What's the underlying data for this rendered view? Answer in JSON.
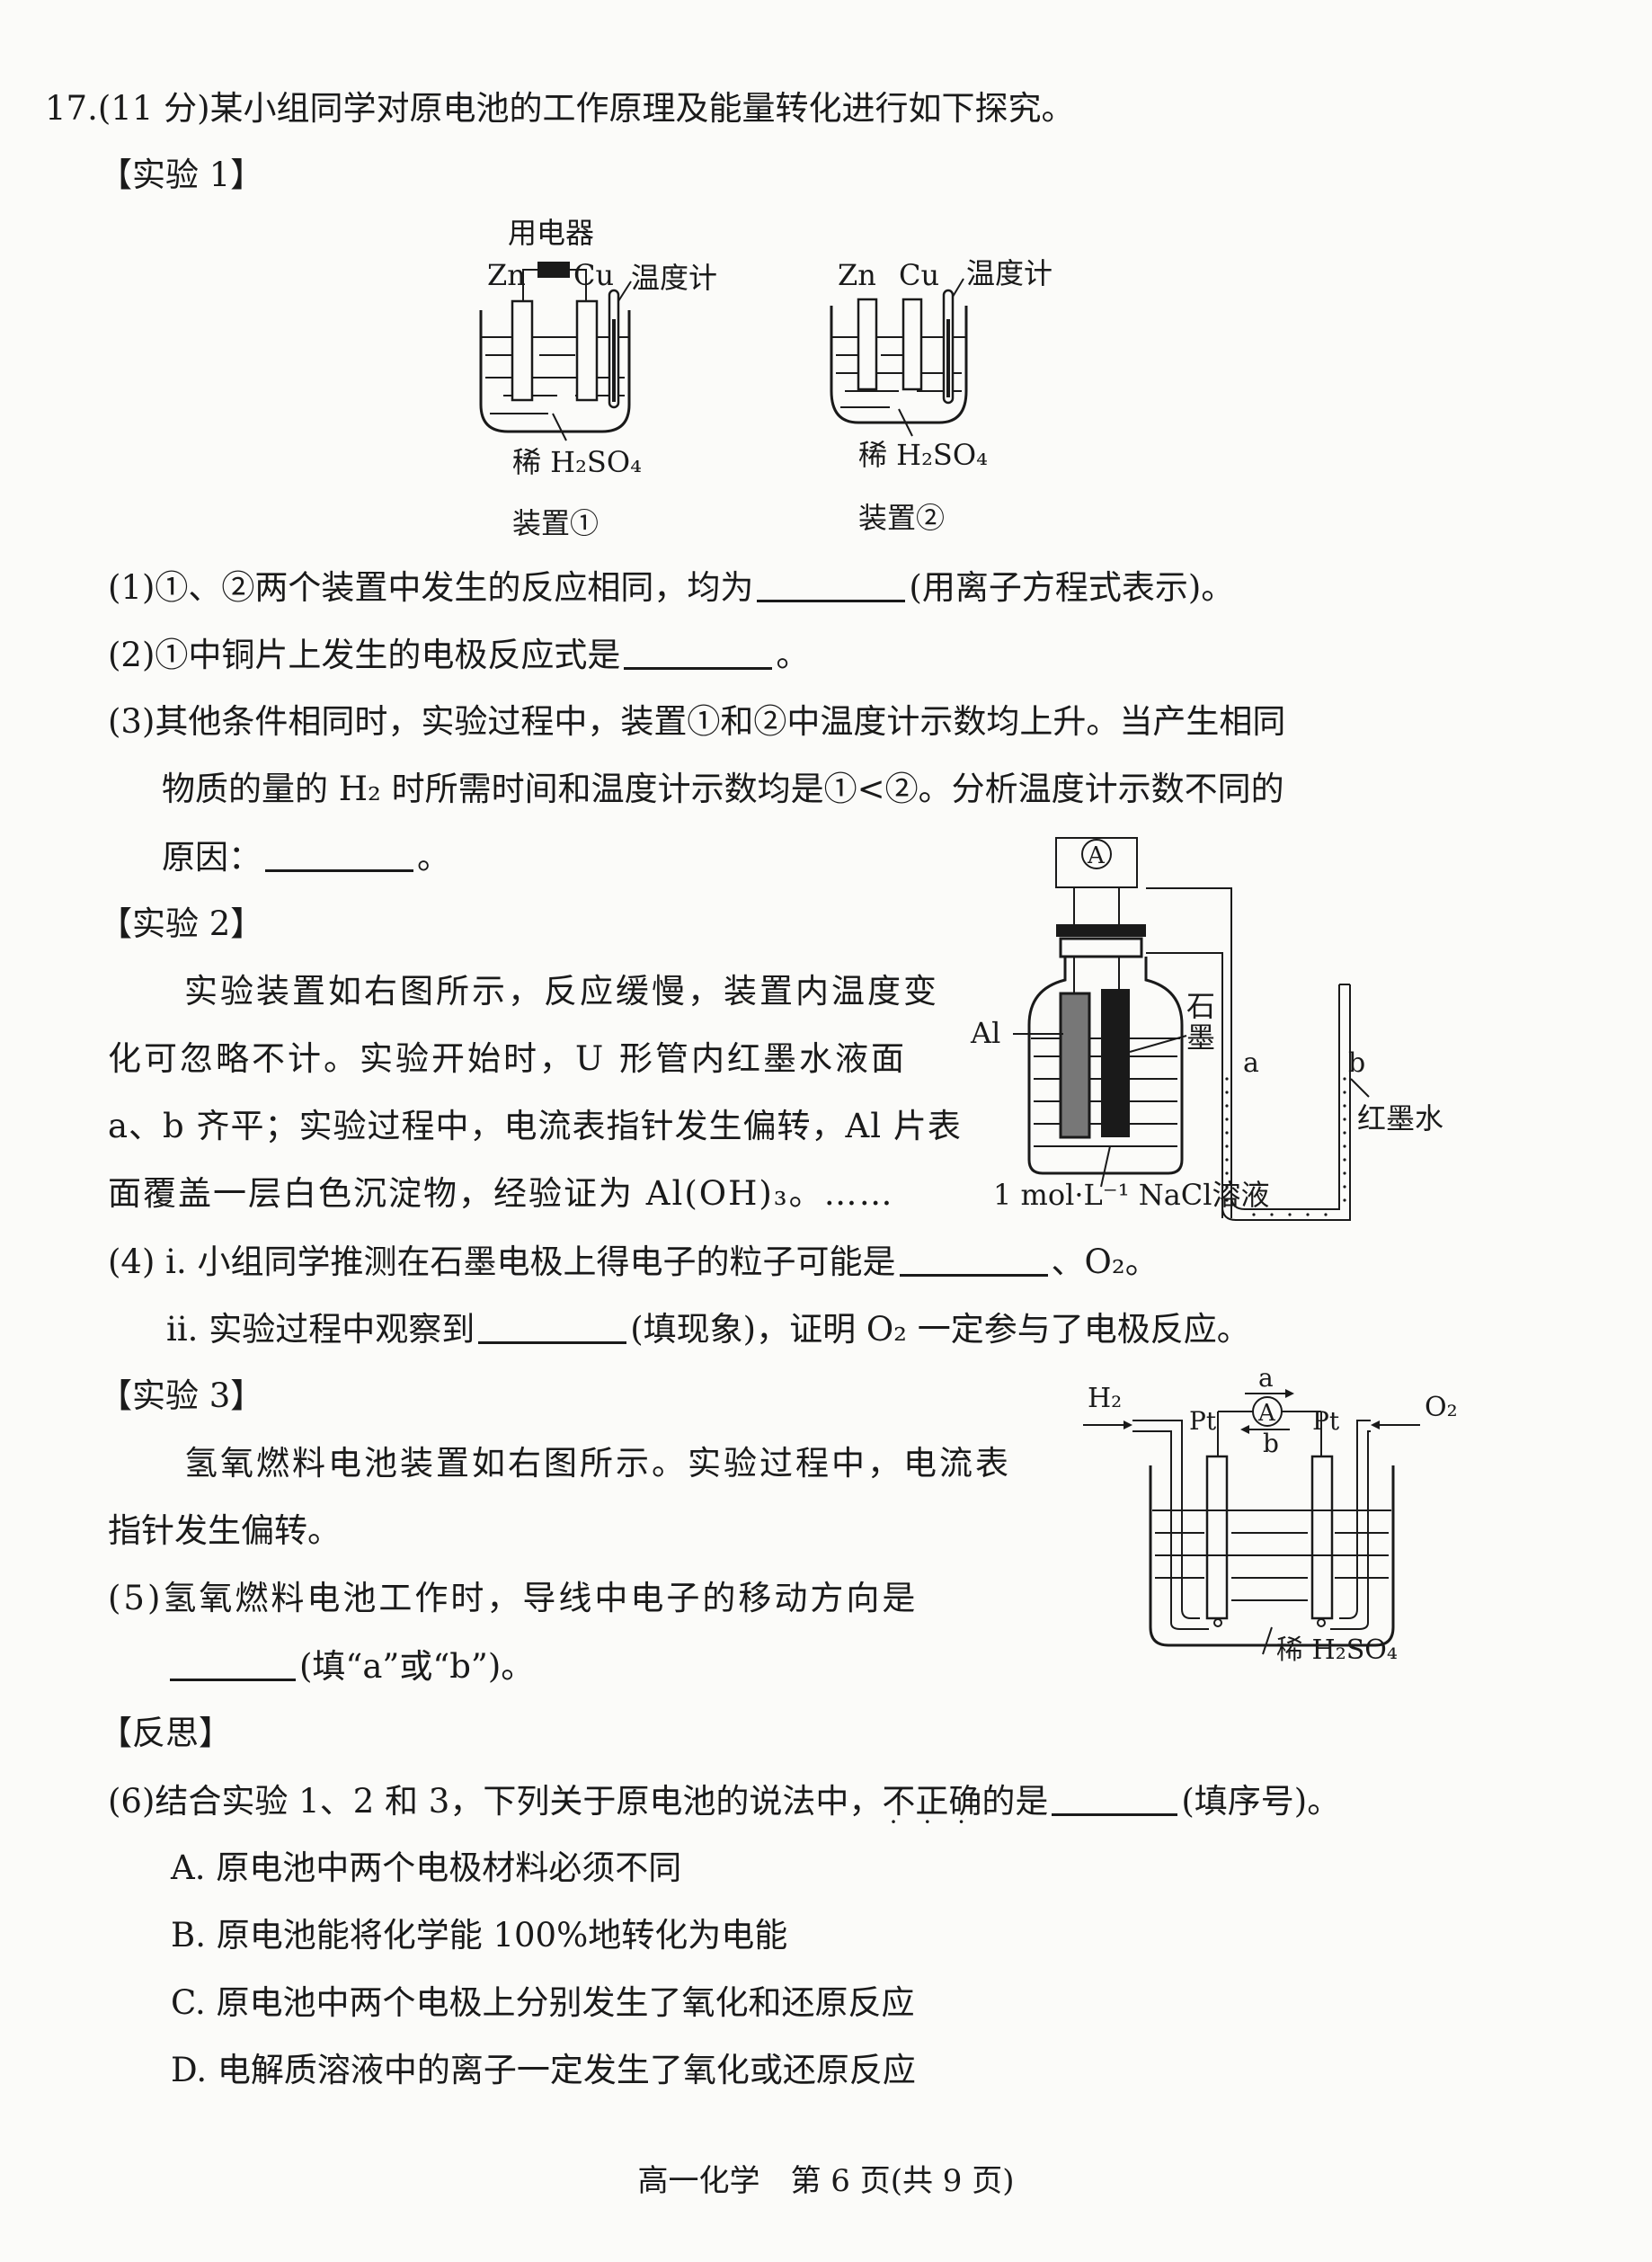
{
  "question": {
    "number": "17.",
    "intro": "(11 分)某小组同学对原电池的工作原理及能量转化进行如下探究。"
  },
  "exp1": {
    "heading": "【实验 1】",
    "device1": {
      "appliance": "用电器",
      "zn": "Zn",
      "cu": "Cu",
      "thermometer": "温度计",
      "solution": "稀 H₂SO₄",
      "caption": "装置①"
    },
    "device2": {
      "zn": "Zn",
      "cu": "Cu",
      "thermometer": "温度计",
      "solution": "稀 H₂SO₄",
      "caption": "装置②"
    }
  },
  "q1": {
    "before": "(1)①、②两个装置中发生的反应相同，均为",
    "after": "(用离子方程式表示)。"
  },
  "q2": {
    "before": "(2)①中铜片上发生的电极反应式是",
    "after": "。"
  },
  "q3": {
    "line1": "(3)其他条件相同时，实验过程中，装置①和②中温度计示数均上升。当产生相同",
    "line2": "物质的量的 H₂ 时所需时间和温度计示数均是①<②。分析温度计示数不同的",
    "line3_before": "原因：",
    "line3_after": "。"
  },
  "exp2": {
    "heading": "【实验 2】",
    "line1": "实验装置如右图所示，反应缓慢，装置内温度变",
    "line2": "化可忽略不计。实验开始时，U 形管内红墨水液面",
    "line3": "a、b 齐平；实验过程中，电流表指针发生偏转，Al 片表",
    "line4": "面覆盖一层白色沉淀物，经验证为 Al(OH)₃。……",
    "diagram": {
      "ammeter": "A",
      "al": "Al",
      "graphite_1": "石",
      "graphite_2": "墨",
      "a": "a",
      "b": "b",
      "red_ink": "红墨水",
      "solution": "1 mol·L⁻¹ NaCl溶液"
    }
  },
  "q4": {
    "i_before": "(4) ⅰ. 小组同学推测在石墨电极上得电子的粒子可能是",
    "i_after": "、O₂。",
    "ii_before": "ⅱ. 实验过程中观察到",
    "ii_after": "(填现象)，证明 O₂ 一定参与了电极反应。"
  },
  "exp3": {
    "heading": "【实验 3】",
    "line1": "氢氧燃料电池装置如右图所示。实验过程中，电流表",
    "line2": "指针发生偏转。",
    "diagram": {
      "h2": "H₂",
      "o2": "O₂",
      "a": "a",
      "b": "b",
      "ammeter": "A",
      "pt_left": "Pt",
      "pt_right": "Pt",
      "solution": "稀 H₂SO₄"
    }
  },
  "q5": {
    "line1": "(5)氢氧燃料电池工作时，导线中电子的移动方向是",
    "line2_after": "(填“a”或“b”)。"
  },
  "reflect": {
    "heading": "【反思】"
  },
  "q6": {
    "before": "(6)结合实验 1、2 和 3，下列关于原电池的说法中，",
    "emph": "不正确",
    "mid": "的是",
    "after": "(填序号)。",
    "options": [
      "A. 原电池中两个电极材料必须不同",
      "B. 原电池能将化学能 100%地转化为电能",
      "C. 原电池中两个电极上分别发生了氧化和还原反应",
      "D. 电解质溶液中的离子一定发生了氧化或还原反应"
    ]
  },
  "footer": "高一化学　第 6 页(共 9 页)"
}
